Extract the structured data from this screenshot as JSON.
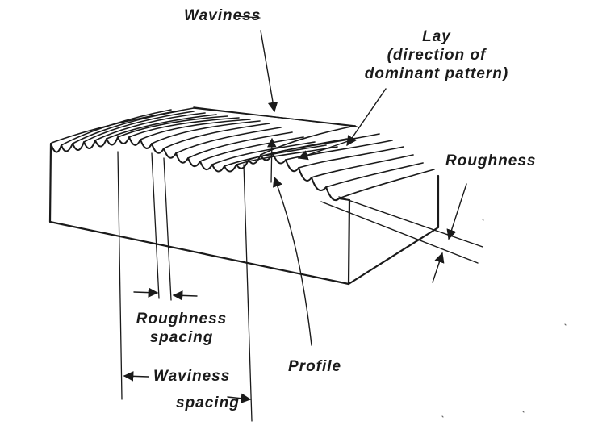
{
  "labels": {
    "waviness": "Waviness",
    "lay_line1": "Lay",
    "lay_line2": "(direction of",
    "lay_line3": "dominant pattern)",
    "roughness": "Roughness",
    "roughness_spacing_line1": "Roughness",
    "roughness_spacing_line2": "spacing",
    "profile": "Profile",
    "waviness_spacing_line1": "Waviness",
    "waviness_spacing_line2": "spacing"
  },
  "colors": {
    "ink": "#1a1a1a",
    "paper": "#ffffff"
  }
}
